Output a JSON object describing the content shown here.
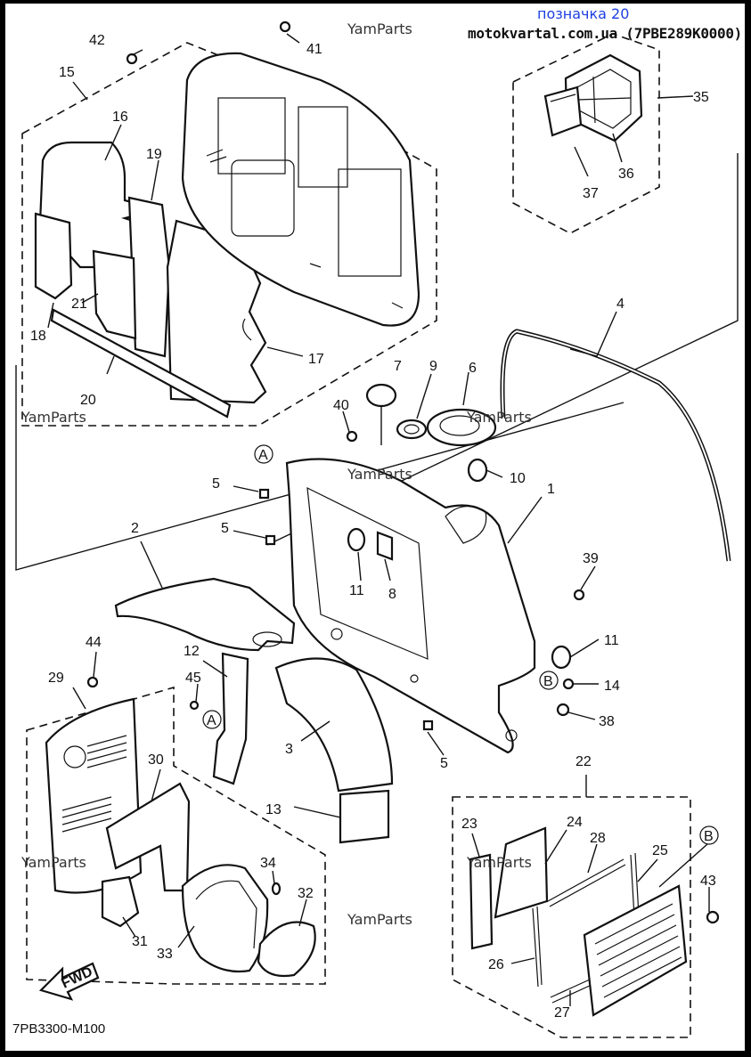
{
  "header": {
    "title": "позначка 20",
    "source": "motokvartal.com.ua (7PBE289K0000)"
  },
  "watermark": "YamParts",
  "diagram_code": "7PB3300-M100",
  "fwd_label": "FWD",
  "ref_marks": {
    "a": "A",
    "b": "B"
  },
  "part_numbers": {
    "p1": "1",
    "p2": "2",
    "p3": "3",
    "p4": "4",
    "p5a": "5",
    "p5b": "5",
    "p5c": "5",
    "p6": "6",
    "p7": "7",
    "p8": "8",
    "p9": "9",
    "p10": "10",
    "p11a": "11",
    "p11b": "11",
    "p12": "12",
    "p13": "13",
    "p14": "14",
    "p15": "15",
    "p16": "16",
    "p17": "17",
    "p18": "18",
    "p19": "19",
    "p20": "20",
    "p21": "21",
    "p22": "22",
    "p23": "23",
    "p24": "24",
    "p25": "25",
    "p26": "26",
    "p27": "27",
    "p28": "28",
    "p29": "29",
    "p30": "30",
    "p31": "31",
    "p32": "32",
    "p33": "33",
    "p34": "34",
    "p35": "35",
    "p36": "36",
    "p37": "37",
    "p38": "38",
    "p39": "39",
    "p40": "40",
    "p41": "41",
    "p42": "42",
    "p43": "43",
    "p44": "44",
    "p45": "45"
  }
}
